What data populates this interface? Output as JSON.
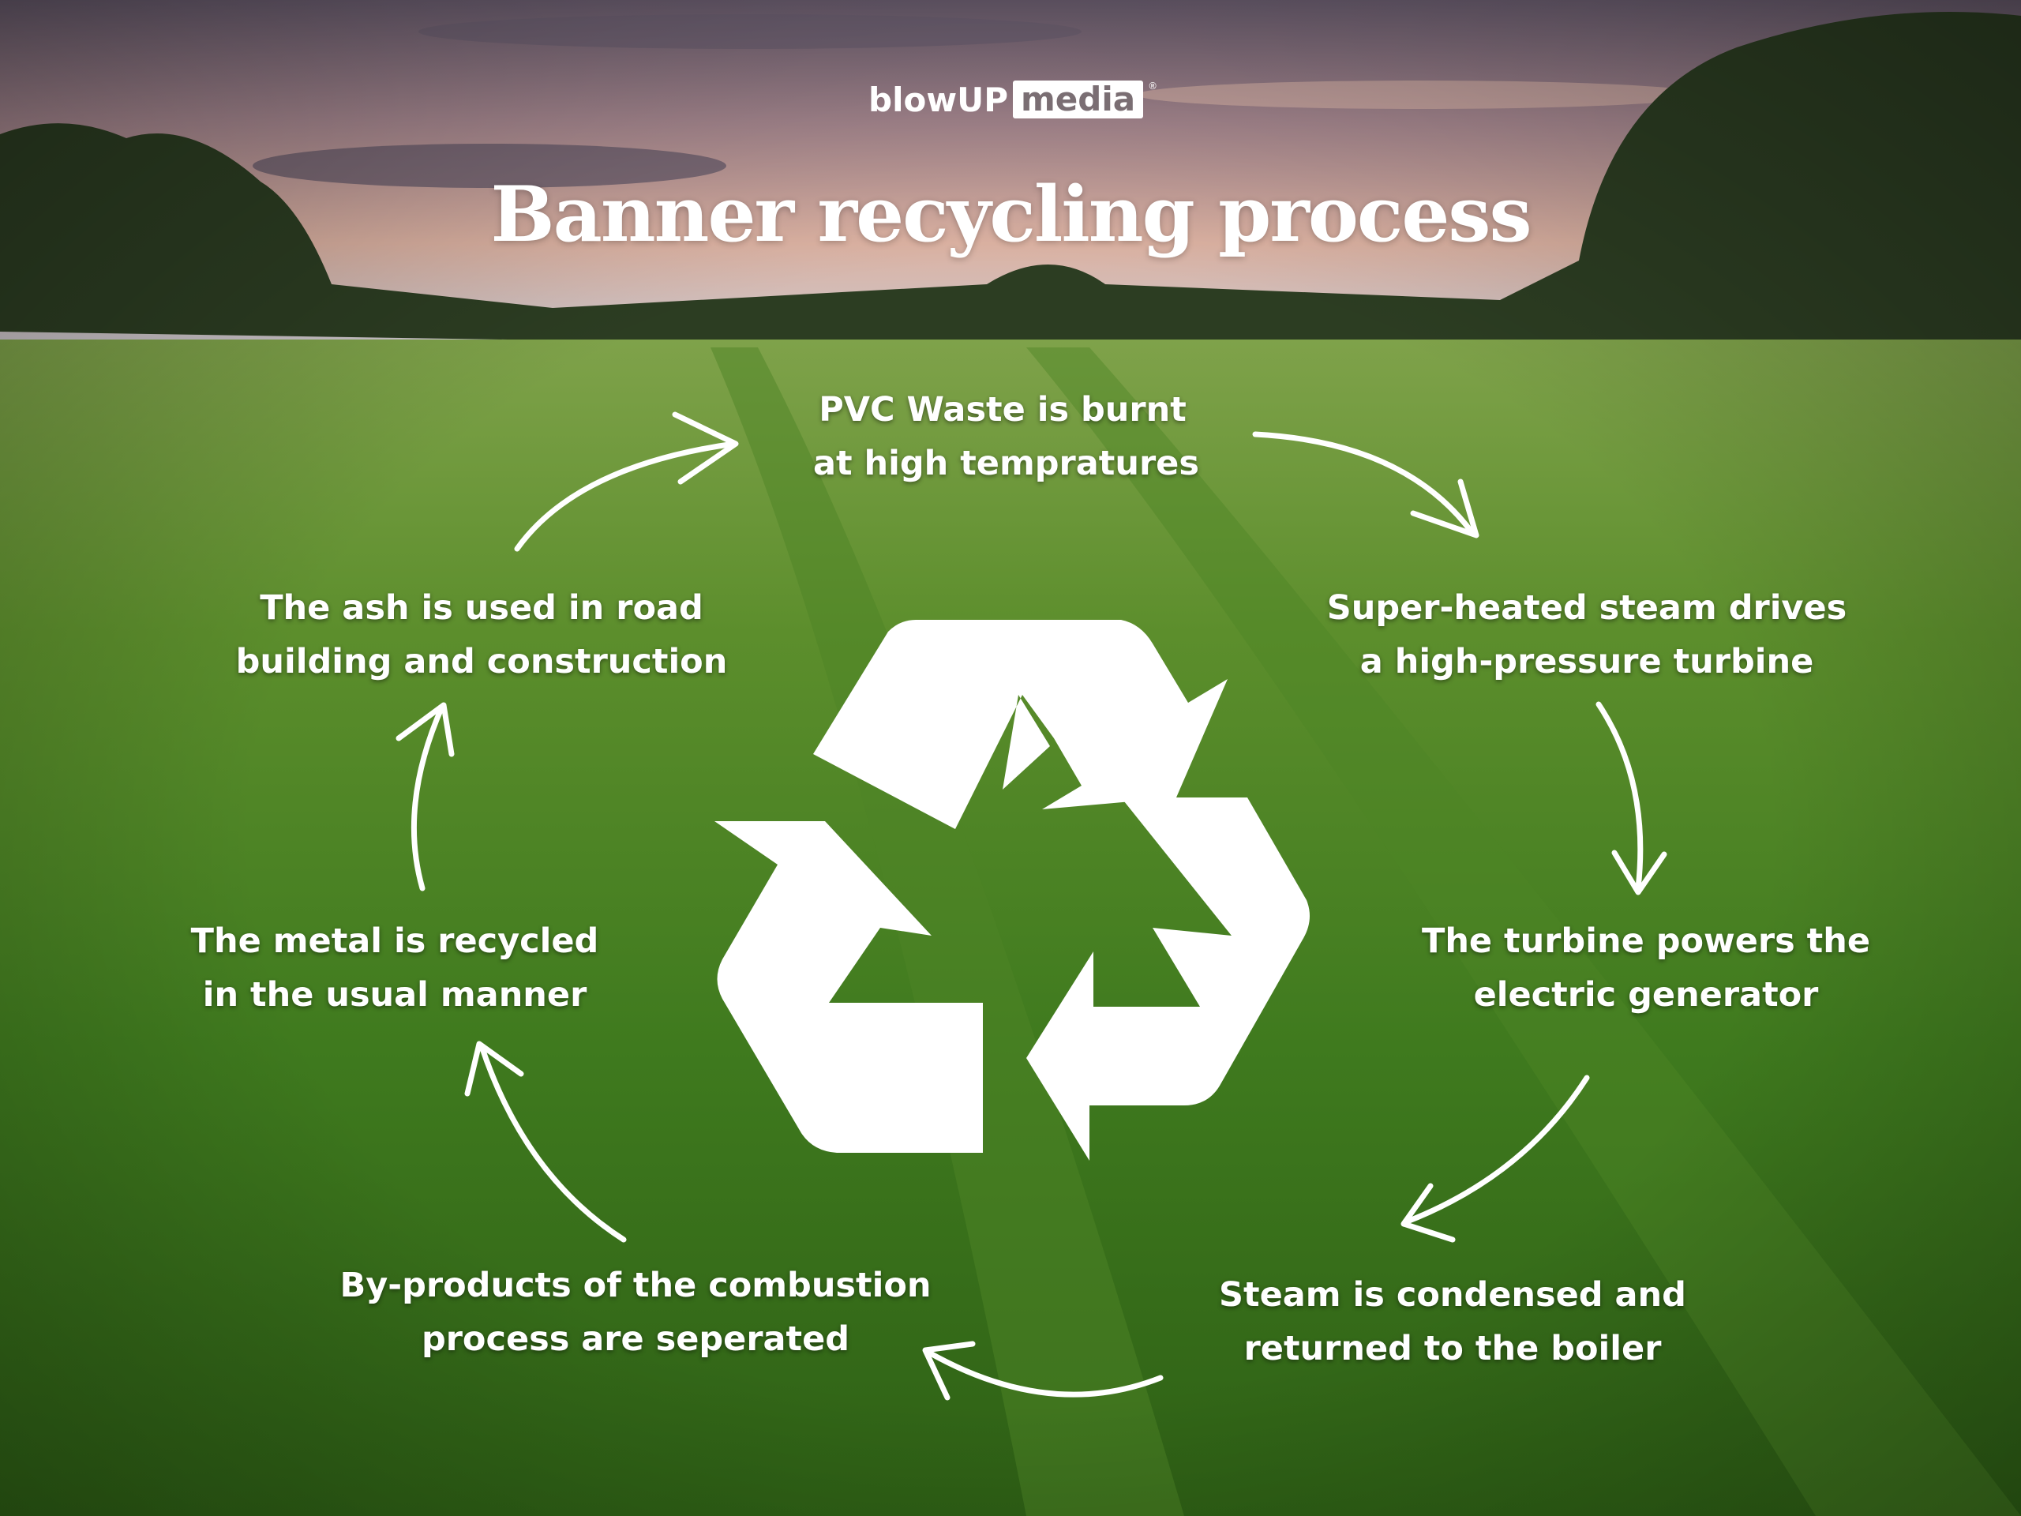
{
  "brand": {
    "name_part": "blowUP",
    "boxed_part": "media",
    "mark": "®"
  },
  "title": "Banner recycling process",
  "center_icon": "recycle-icon",
  "steps": [
    {
      "line1": "PVC Waste is burnt",
      "line2": "at high tempratures"
    },
    {
      "line1": "Super-heated steam drives",
      "line2": "a high-pressure turbine"
    },
    {
      "line1": "The turbine powers the",
      "line2": "electric generator"
    },
    {
      "line1": "Steam is condensed and",
      "line2": "returned to the boiler"
    },
    {
      "line1": "By-products of the combustion",
      "line2": "process are seperated"
    },
    {
      "line1": "The metal is recycled",
      "line2": "in the usual manner"
    },
    {
      "line1": "The ash is used in road",
      "line2": "building and construction"
    }
  ],
  "colors": {
    "text": "#ffffff",
    "field_green": "#3f7a1e",
    "sky_top": "#6f6478",
    "sky_glow": "#e9b9a3"
  }
}
